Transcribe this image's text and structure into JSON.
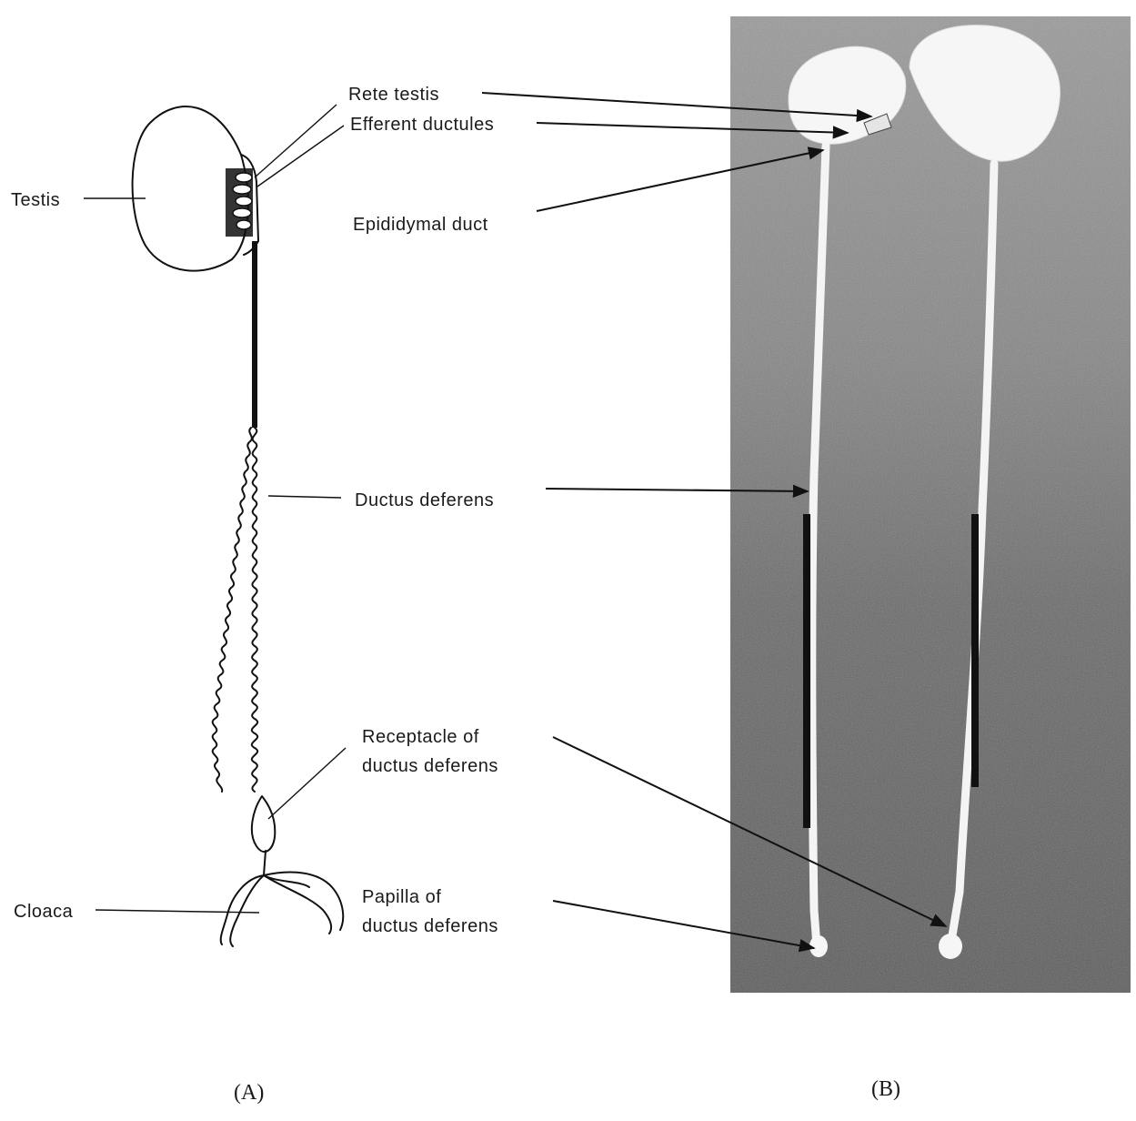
{
  "labels": {
    "testis": "Testis",
    "rete_testis": "Rete testis",
    "efferent_ductules": "Efferent ductules",
    "epididymal_duct": "Epididymal duct",
    "ductus_deferens": "Ductus deferens",
    "receptacle_line1": "Receptacle of",
    "receptacle_line2": "ductus deferens",
    "papilla_line1": "Papilla of",
    "papilla_line2": "ductus deferens",
    "cloaca": "Cloaca"
  },
  "panels": {
    "a": "(A)",
    "b": "(B)"
  },
  "colors": {
    "ink": "#111111",
    "photo_top": "#8f8f8f",
    "photo_mid": "#6e6e6e",
    "photo_bottom": "#5a5a5a",
    "organ": "#f6f6f6"
  }
}
